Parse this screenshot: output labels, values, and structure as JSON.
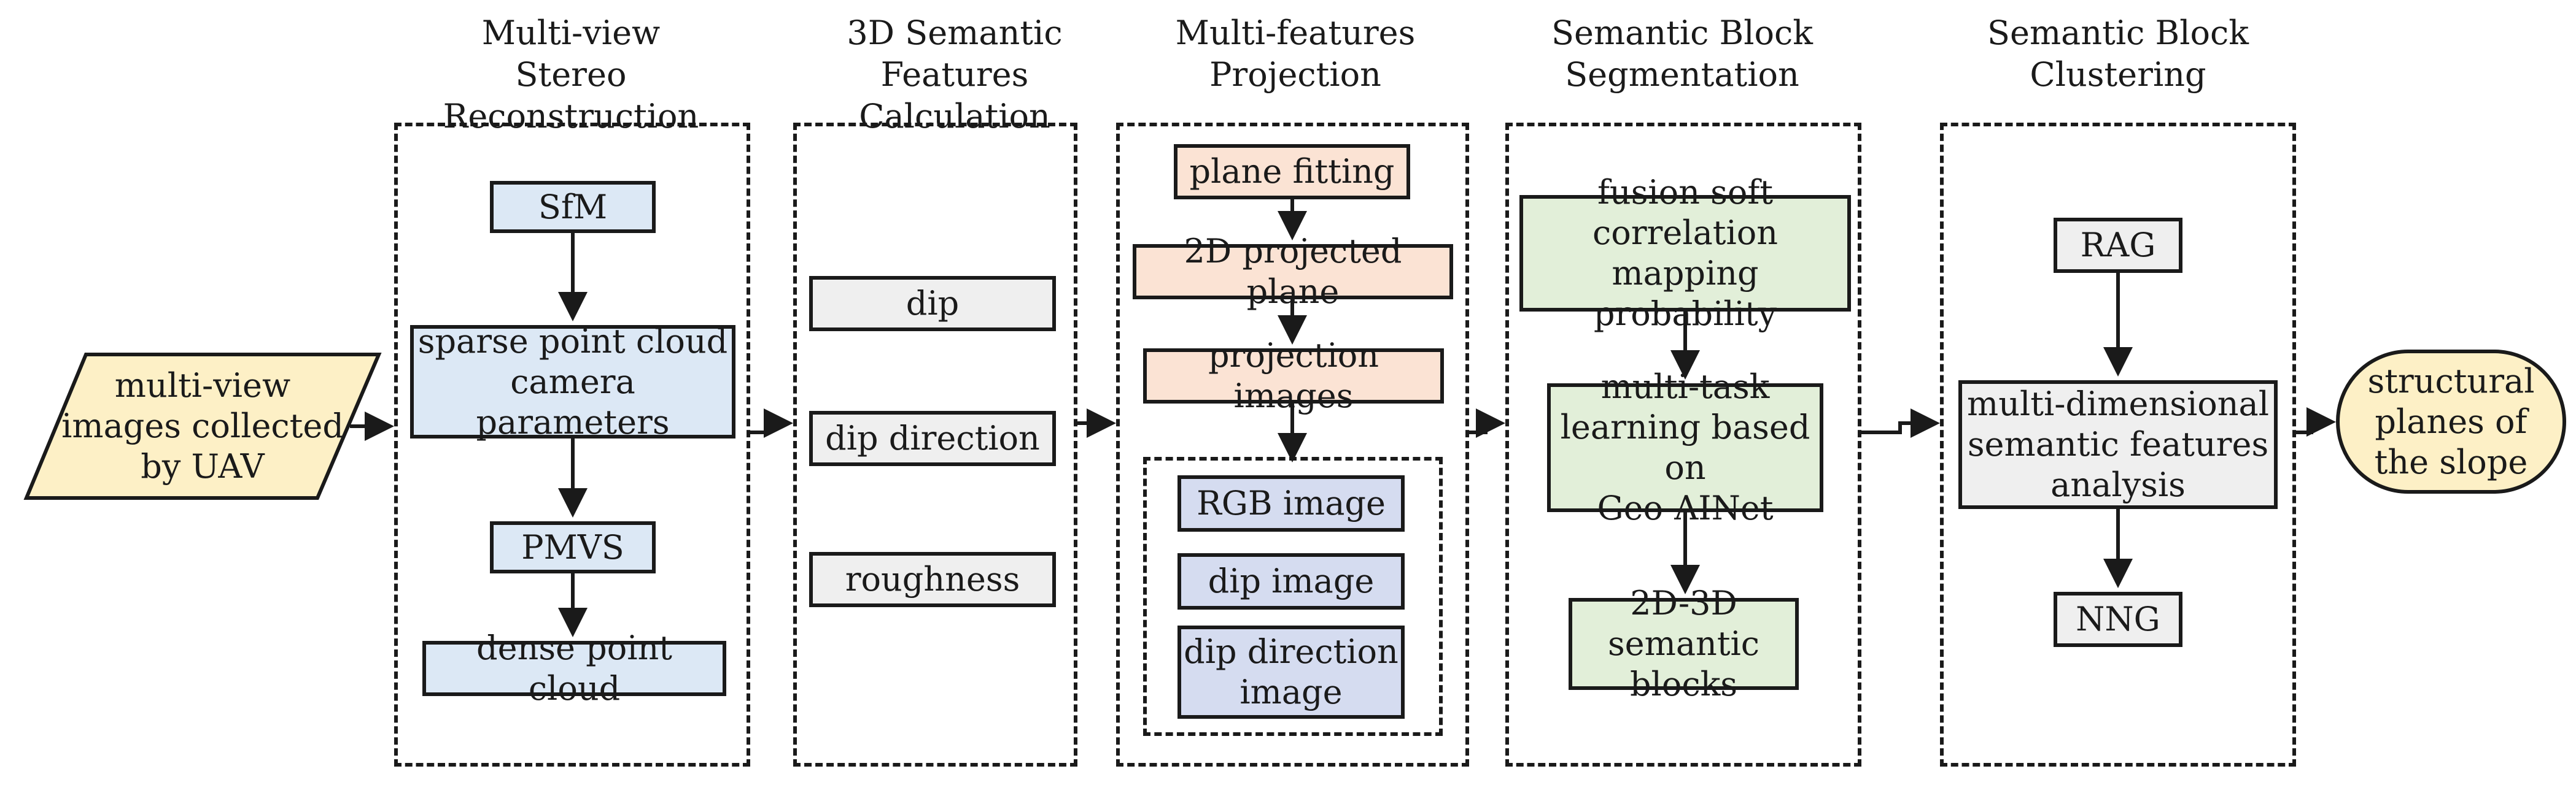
{
  "diagram": {
    "stage_titles": [
      "Multi-view\nStereo Reconstruction",
      "3D Semantic\nFeatures Calculation",
      "Multi-features\nProjection",
      "Semantic Block\nSegmentation",
      "Semantic Block\nClustering"
    ],
    "input": {
      "label": "multi-view\nimages collected\nby UAV",
      "fill": "#fdf0c6"
    },
    "stage1": {
      "sfm": "SfM",
      "sparse": "sparse point cloud\ncamera parameters",
      "pmvs": "PMVS",
      "dense": "dense point cloud",
      "fill": "#dce8f5"
    },
    "stage2": {
      "dip": "dip",
      "dip_direction": "dip direction",
      "roughness": "roughness",
      "fill": "#efefef"
    },
    "stage3": {
      "plane_fitting": "plane fitting",
      "projected_plane": "2D projected plane",
      "projection_images": "projection images",
      "rgb_image": "RGB image",
      "dip_image": "dip image",
      "dip_direction_image": "dip direction\nimage",
      "fill_top": "#fbe3d4",
      "fill_bottom": "#d5dcf0"
    },
    "stage4": {
      "fusion": "fusion soft correlation\nmapping probability",
      "multitask": "multi-task\nlearning based on\nGeo-AINet",
      "blocks": "2D-3D\nsemantic blocks",
      "fill": "#e2efd9"
    },
    "stage5": {
      "rag": "RAG",
      "analysis": "multi-dimensional\nsemantic features\nanalysis",
      "nng": "NNG",
      "fill": "#efefef"
    },
    "output": {
      "label": "structural\nplanes of\nthe slope",
      "fill": "#fdf0c6"
    }
  }
}
